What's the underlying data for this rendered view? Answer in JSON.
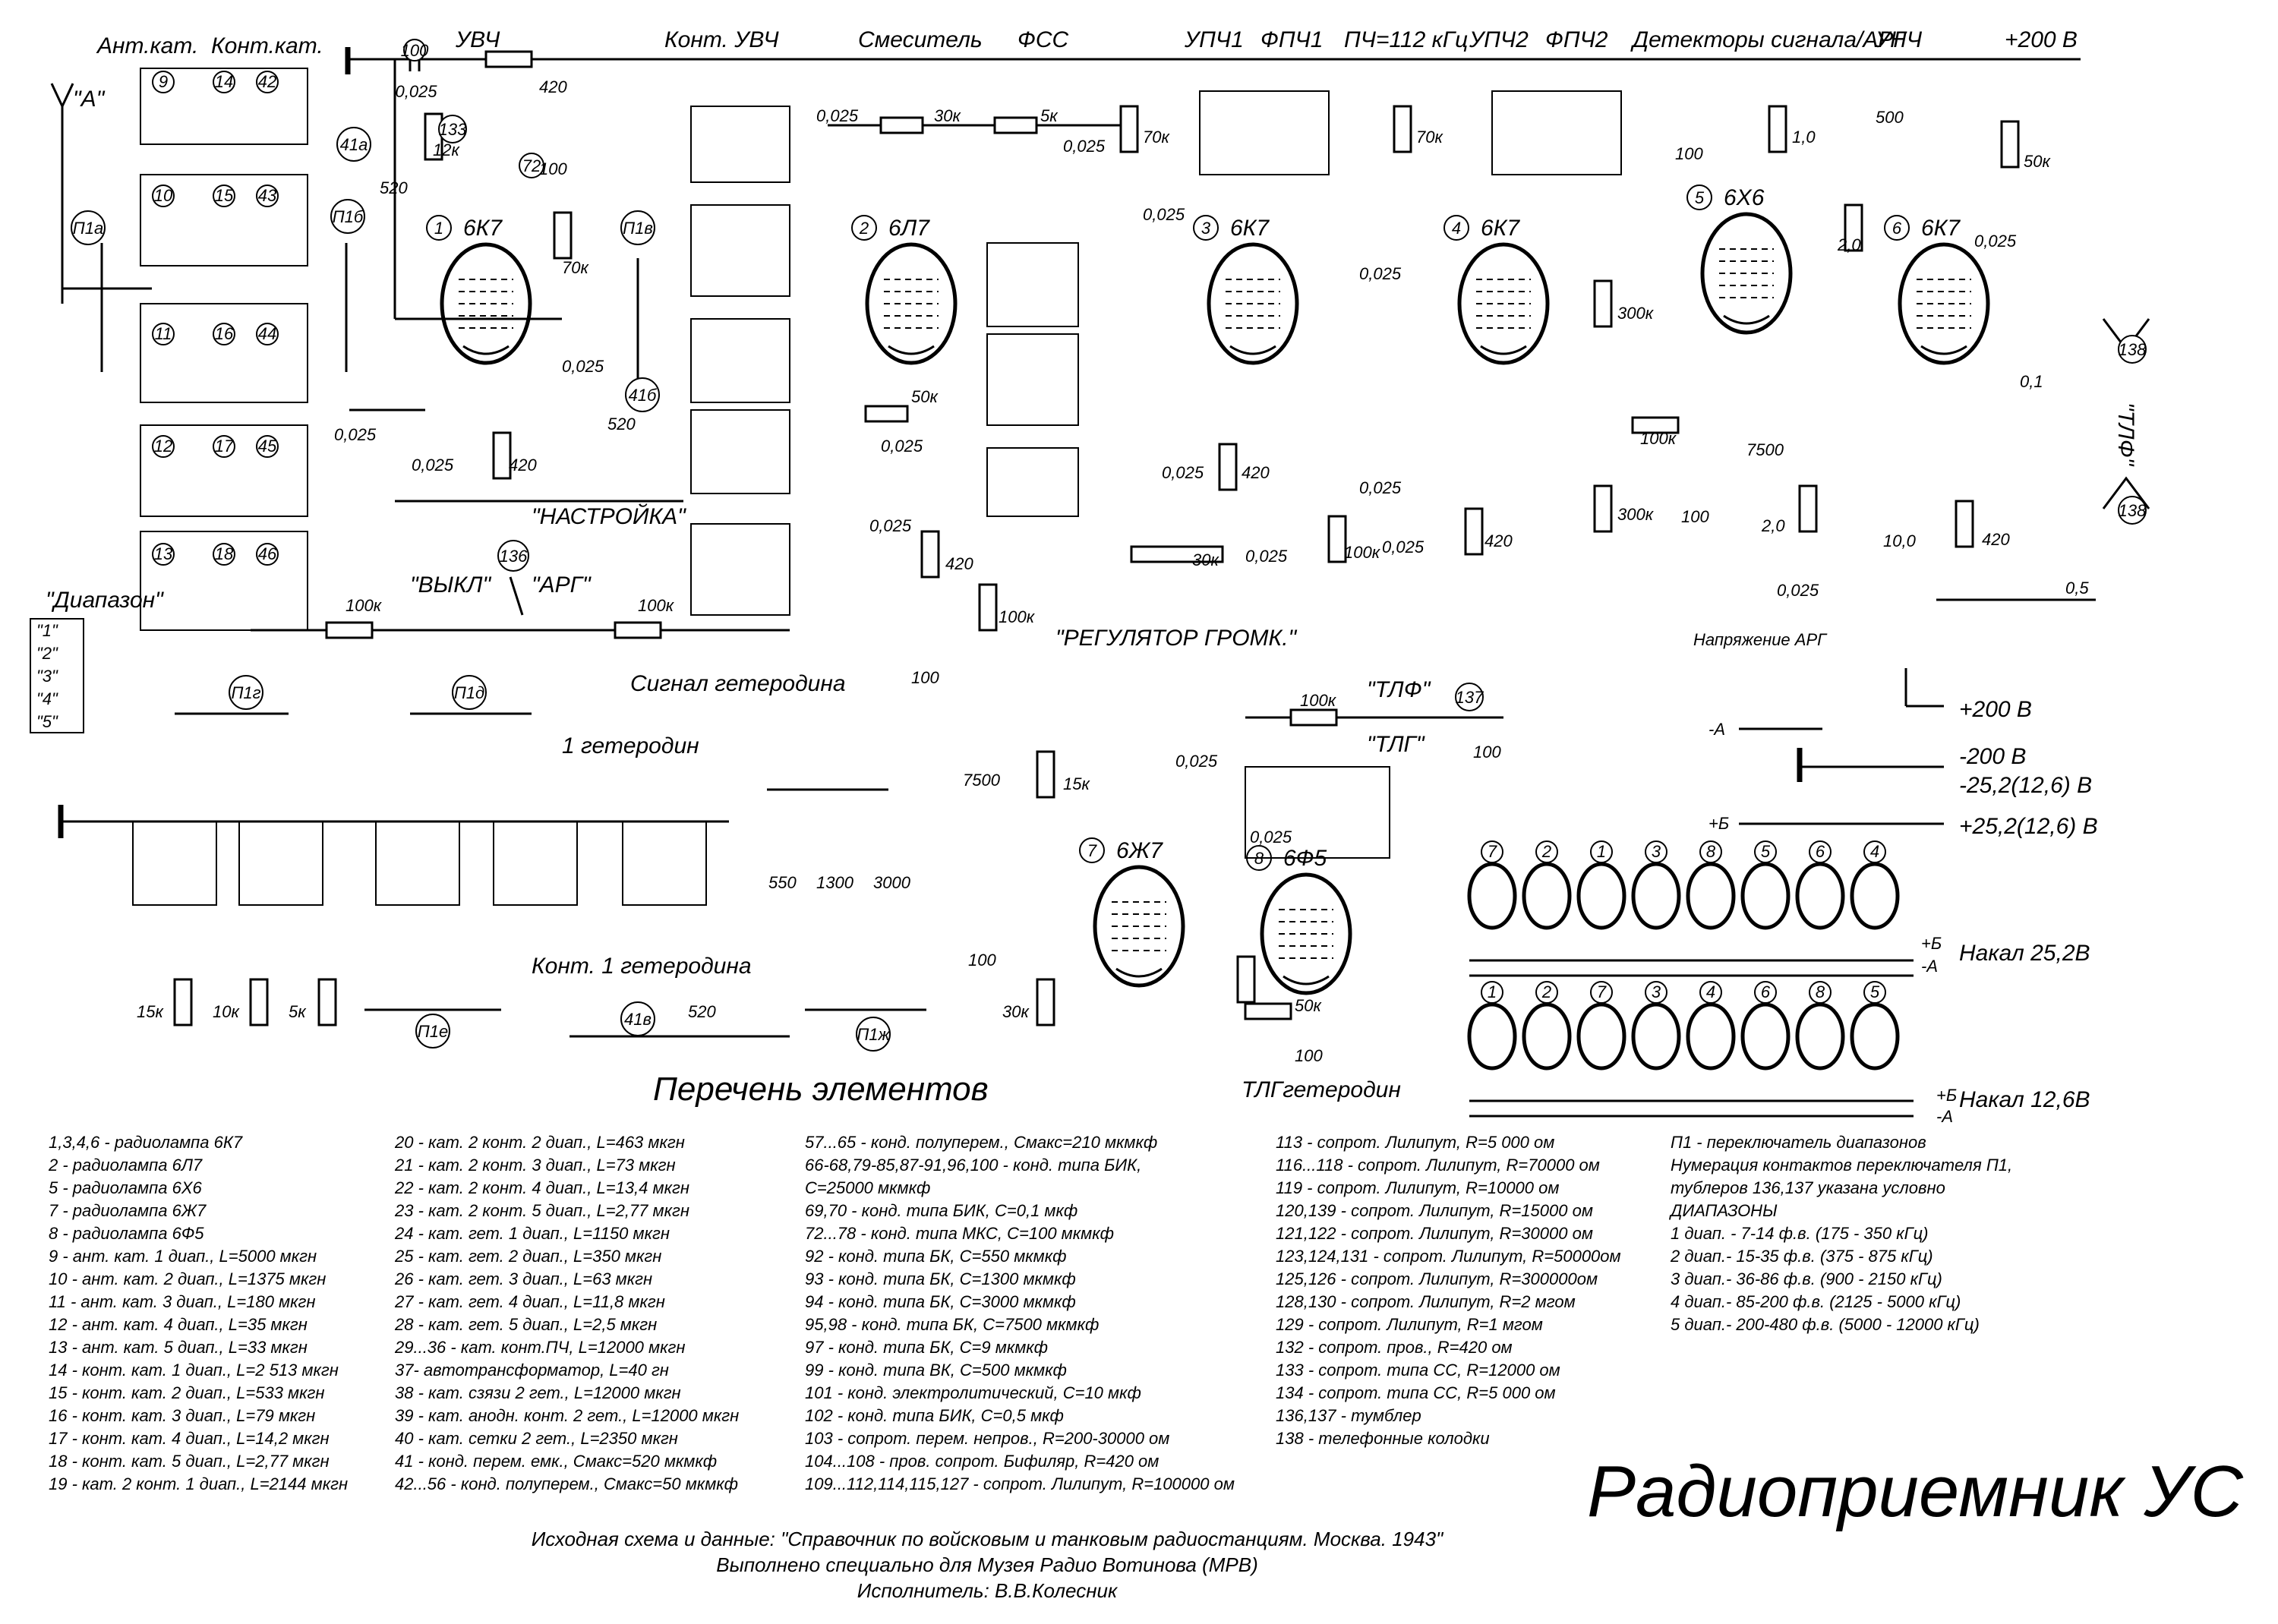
{
  "diagram": {
    "labels": {
      "ant_a": "\"A\"",
      "ant_cat": "Ант.кат.",
      "cont_cat": "Конт.кат.",
      "uvch": "УВЧ",
      "cont_uvch": "Конт. УВЧ",
      "mixer": "Смеситель",
      "fss": "ФСС",
      "upch1": "УПЧ1",
      "fpch1": "ФПЧ1",
      "pch": "ПЧ=112 кГц",
      "upch2": "УПЧ2",
      "fpch2": "ФПЧ2",
      "detectors": "Детекторы сигнала/АРГ",
      "unch": "УНЧ",
      "plus200": "+200 В",
      "range": "\"Диапазон\"",
      "tuning": "\"НАСТРОЙКА\"",
      "off": "\"ВЫКЛ\"",
      "arg": "\"АРГ\"",
      "volume": "\"РЕГУЛЯТОР ГРОМК.\"",
      "agc_voltage": "Напряжение АРГ",
      "lo_signal": "Сигнал гетеродина",
      "lo1": "1 гетеродин",
      "lo1_cont": "Конт. 1 гетеродина",
      "tlf": "\"ТЛФ\"",
      "tlg": "\"ТЛГ\"",
      "tlg_lo": "ТЛГгетеродин",
      "supply_200": "+200 В",
      "supply_minus200": "-200 В",
      "supply_minus25": "-25,2(12,6) В",
      "supply_plus25": "+25,2(12,6) В",
      "minus_a": "-А",
      "plus_b": "+Б",
      "heater_252": "Накал 25,2В",
      "heater_126": "Накал 12,6В",
      "range_positions": [
        "\"1\"",
        "\"2\"",
        "\"3\"",
        "\"4\"",
        "\"5\""
      ],
      "switches": [
        "П1а",
        "П1б",
        "П1в",
        "П1г",
        "П1д",
        "П1е",
        "П1ж"
      ]
    },
    "tubes": [
      {
        "n": "1",
        "type": "6К7"
      },
      {
        "n": "2",
        "type": "6Л7"
      },
      {
        "n": "3",
        "type": "6К7"
      },
      {
        "n": "4",
        "type": "6К7"
      },
      {
        "n": "5",
        "type": "6Х6"
      },
      {
        "n": "6",
        "type": "6К7"
      },
      {
        "n": "7",
        "type": "6Ж7"
      },
      {
        "n": "8",
        "type": "6Ф5"
      }
    ],
    "component_values": {
      "c100": "0,025",
      "r132": "420",
      "r133": "12к",
      "c72": "100",
      "r116": "70к",
      "c80": "0,025",
      "c41a": "520",
      "c41b": "520",
      "c41v": "520",
      "c79": "0,025",
      "c66": "0,025",
      "r104": "420",
      "r109": "100к",
      "r110": "100к",
      "c82": "0,025",
      "r122": "30к",
      "r134": "5к",
      "c83": "0,025",
      "r123": "50к",
      "c81": "0,025",
      "c67": "0,025",
      "r105": "420",
      "r111": "100к",
      "r117": "70к",
      "c85": "0,025",
      "r118": "70к",
      "c87": "0,025",
      "c84": "0,025",
      "r106": "420",
      "c68": "0,025",
      "r103": "30к",
      "c86": "0,025",
      "r112": "100к",
      "c69": "0,025",
      "r107": "420",
      "c76": "100",
      "r129": "1,0",
      "r125": "300к",
      "r127": "100к",
      "c98": "7500",
      "c77": "100",
      "r126": "300к",
      "r130": "2,0",
      "c91": "0,025",
      "c99": "500",
      "r131": "50к",
      "c88": "0,025",
      "r128": "2,0",
      "c70": "0,1",
      "c101": "10,0",
      "r108": "420",
      "c102": "0,5",
      "c74": "100",
      "c95": "7500",
      "r120": "15к",
      "c96": "0,025",
      "c73": "100",
      "r121": "30к",
      "r114": "100к",
      "c75": "100",
      "c90": "0,025",
      "r124": "50к",
      "c78": "100",
      "c92": "550",
      "c93": "1300",
      "c94": "3000",
      "r139": "15к",
      "r119": "10к",
      "r113": "5к"
    },
    "heater_order_25v": [
      "7",
      "2",
      "1",
      "3",
      "8",
      "5",
      "6",
      "4"
    ],
    "heater_order_12v": [
      "1",
      "2",
      "7",
      "3",
      "4",
      "6",
      "8",
      "5"
    ]
  },
  "parts_list": {
    "title": "Перечень элементов",
    "col1": [
      "1,3,4,6 - радиолампа 6К7",
      "2 - радиолампа 6Л7",
      "5 - радиолампа 6Х6",
      "7 - радиолампа 6Ж7",
      "8 - радиолампа 6Ф5",
      "9 - ант. кат. 1 диап., L=5000 мкгн",
      "10 - ант. кат. 2 диап., L=1375 мкгн",
      "11 - ант. кат. 3 диап., L=180 мкгн",
      "12 - ант. кат. 4 диап., L=35 мкгн",
      "13 - ант. кат. 5 диап., L=33 мкгн",
      "14 - конт. кат. 1 диап., L=2 513 мкгн",
      "15 - конт. кат. 2 диап., L=533 мкгн",
      "16 - конт. кат. 3 диап., L=79 мкгн",
      "17 - конт. кат. 4 диап., L=14,2 мкгн",
      "18 - конт. кат. 5 диап., L=2,77 мкгн",
      "19 - кат. 2 конт. 1 диап., L=2144 мкгн"
    ],
    "col2": [
      "20 - кат. 2 конт. 2 диап., L=463 мкгн",
      "21 - кат. 2 конт. 3 диап., L=73 мкгн",
      "22 - кат. 2 конт. 4 диап., L=13,4 мкгн",
      "23 - кат. 2 конт. 5 диап., L=2,77 мкгн",
      "24 - кат. гет. 1 диап., L=1150 мкгн",
      "25 - кат. гет. 2 диап., L=350 мкгн",
      "26 - кат. гет. 3 диап., L=63 мкгн",
      "27 - кат. гет. 4 диап., L=11,8 мкгн",
      "28 - кат. гет. 5 диап., L=2,5 мкгн",
      "29...36 - кат. конт.ПЧ, L=12000 мкгн",
      "37- автотрансформатор, L=40 гн",
      "38 - кат. сзязи 2 гет., L=12000 мкгн",
      "39 - кат. анодн. конт. 2 гет., L=12000 мкгн",
      "40 - кат. сетки 2 гет., L=2350 мкгн",
      "41 - конд. перем. емк., Смакс=520 мкмкф",
      "42...56 - конд. полуперем., Смакс=50 мкмкф"
    ],
    "col3": [
      "57...65 - конд. полуперем., Смакс=210 мкмкф",
      "66-68,79-85,87-91,96,100 - конд. типа БИК,",
      "С=25000 мкмкф",
      "69,70 - конд. типа БИК, С=0,1 мкф",
      "72...78 - конд. типа МКС, С=100 мкмкф",
      "92 - конд. типа БК, С=550 мкмкф",
      "93 - конд. типа БК, С=1300 мкмкф",
      "94 - конд. типа БК, С=3000 мкмкф",
      "95,98 - конд. типа БК, С=7500 мкмкф",
      "97 - конд. типа БК, С=9 мкмкф",
      "99 - конд. типа ВК, С=500 мкмкф",
      "101 - конд. электролитический, С=10 мкф",
      "102 - конд. типа БИК, С=0,5 мкф",
      "103 - сопрот. перем. непров., R=200-30000 ом",
      "104...108 - пров. сопрот. Бифиляр, R=420 ом",
      "109...112,114,115,127 - сопрот. Лилипут, R=100000 ом"
    ],
    "col4": [
      "113 - сопрот. Лилипут, R=5 000 ом",
      "116...118 - сопрот. Лилипут, R=70000 ом",
      "119 - сопрот. Лилипут, R=10000 ом",
      "120,139 - сопрот. Лилипут, R=15000 ом",
      "121,122 - сопрот. Лилипут,  R=30000 ом",
      "123,124,131 - сопрот. Лилипут, R=50000ом",
      "125,126 - сопрот. Лилипут, R=300000ом",
      "128,130 - сопрот. Лилипут, R=2 мгом",
      "129 - сопрот. Лилипут, R=1 мгом",
      "132 - сопрот. пров.,  R=420 ом",
      "133 - сопрот. типа СС, R=12000 ом",
      "134 - сопрот. типа СС, R=5 000 ом",
      "136,137 - тумблер",
      "138 - телефонные колодки"
    ],
    "col5": [
      "П1 - переключатель диапазонов",
      "Нумерация контактов переключателя П1,",
      "тублеров  136,137 указана условно",
      "ДИАПАЗОНЫ",
      "1 диап. - 7-14 ф.в. (175 - 350 кГц)",
      "2 диап.- 15-35 ф.в. (375 - 875 кГц)",
      "3 диап.- 36-86 ф.в. (900 - 2150 кГц)",
      "4 диап.- 85-200 ф.в. (2125 - 5000 кГц)",
      "5 диап.- 200-480 ф.в. (5000 - 12000 кГц)"
    ]
  },
  "credits": {
    "source": "Исходная схема и данные: \"Справочник по войсковым и танковым радиостанциям. Москва. 1943\"",
    "made_for": "Выполнено специально для Музея Радио Вотинова (МРВ)",
    "author": "Исполнитель: В.В.Колесник"
  },
  "main_title": "Радиоприемник УС"
}
